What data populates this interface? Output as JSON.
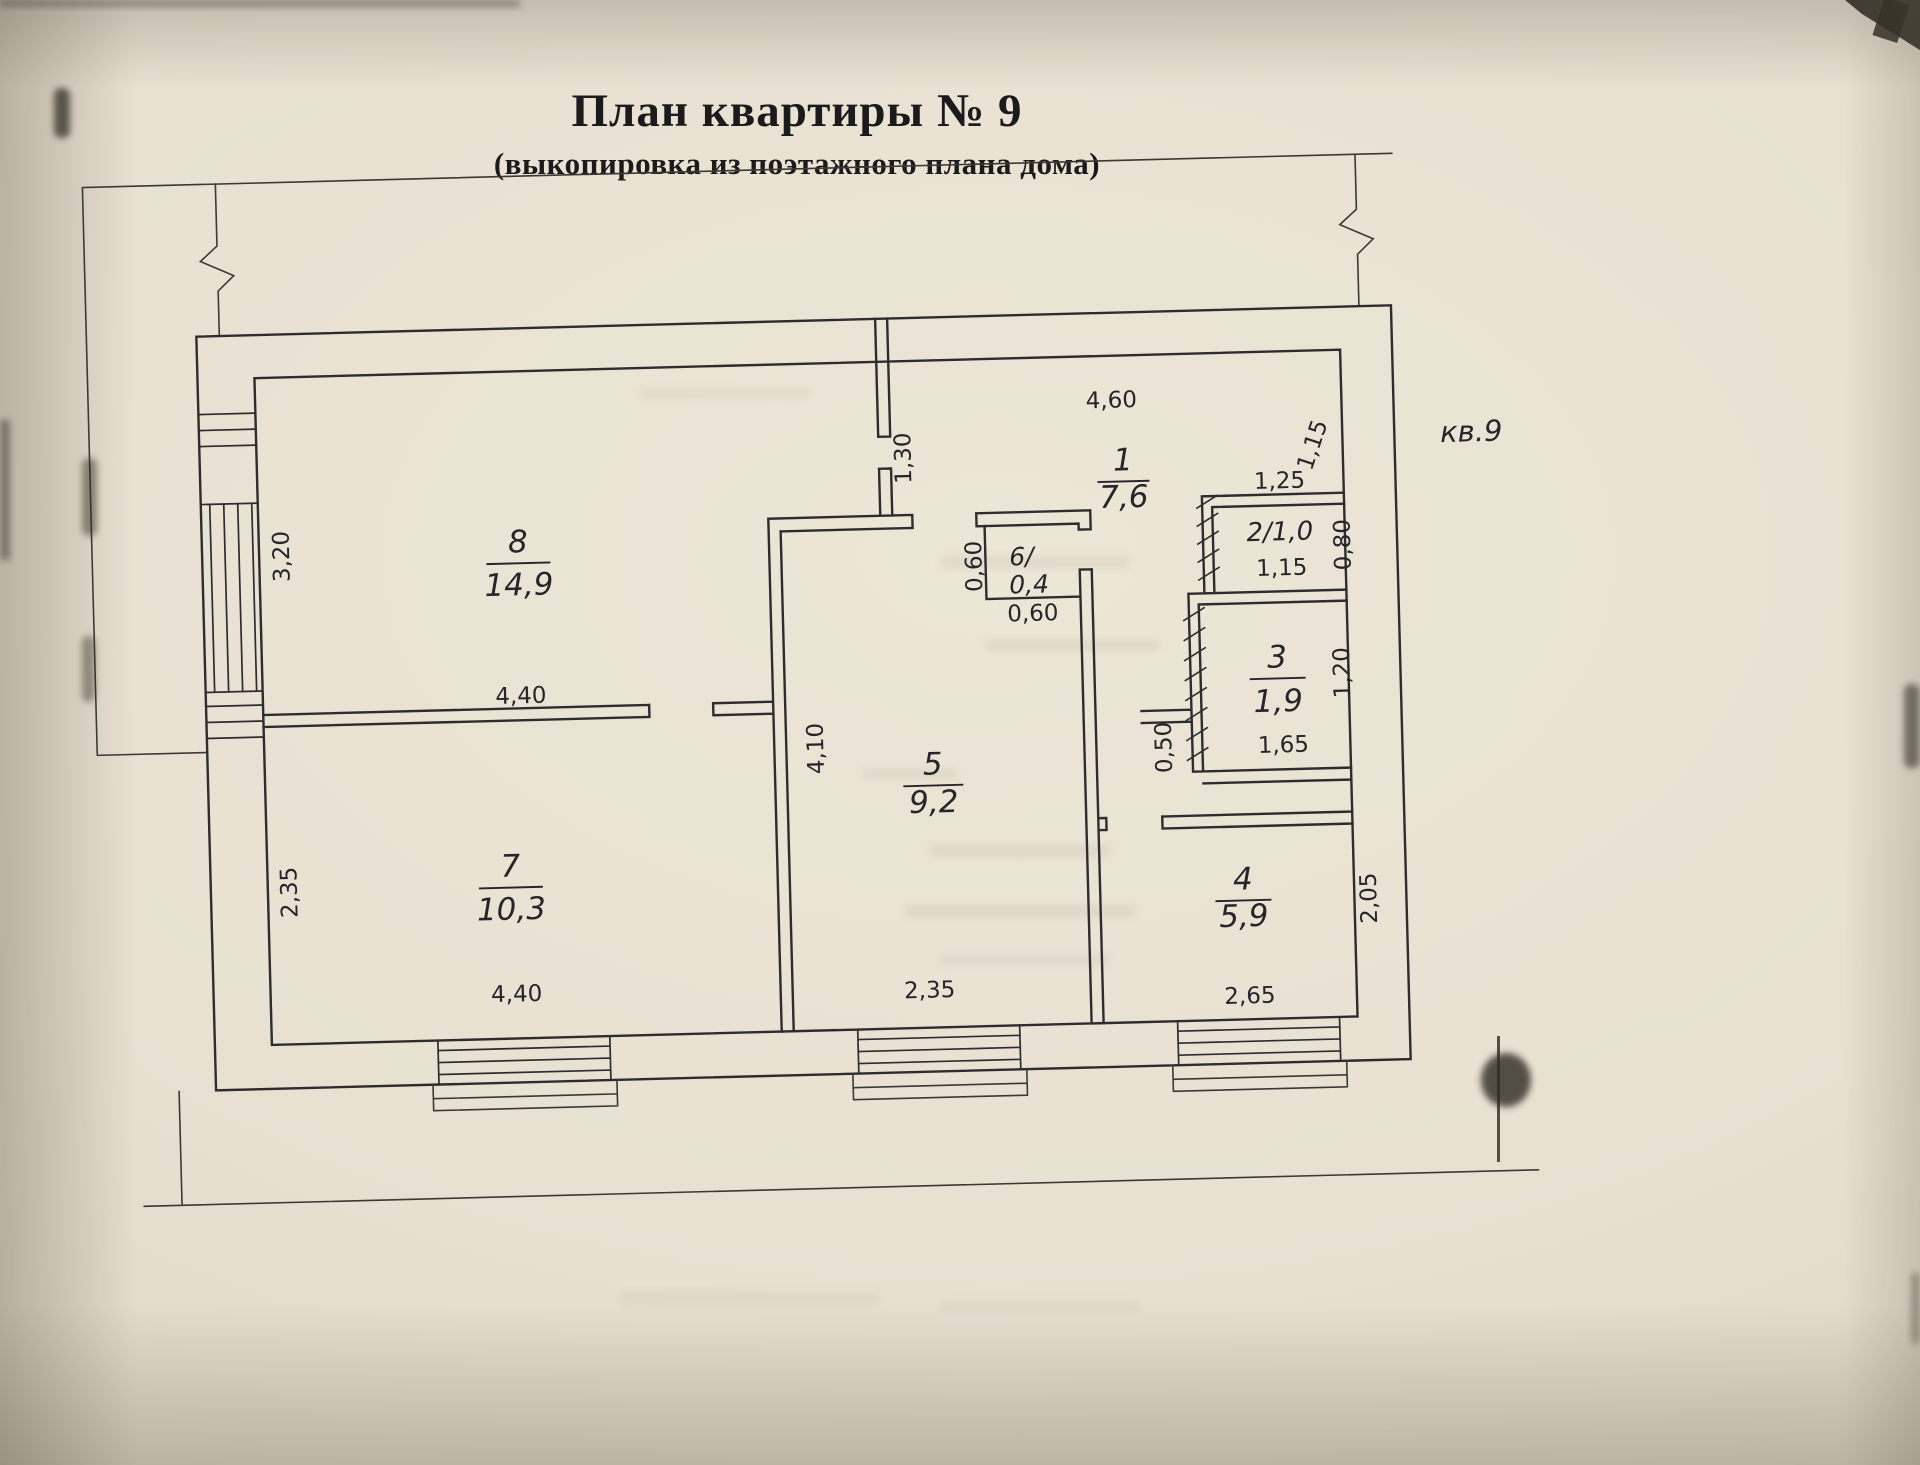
{
  "title": "План квартиры № 9",
  "subtitle": "(выкопировка из поэтажного плана дома)",
  "apartment_tag": "кв.9",
  "rooms": {
    "r1": {
      "num": "1",
      "area": "7,6"
    },
    "r2": {
      "label": "2/1,0"
    },
    "r3": {
      "num": "3",
      "area": "1,9"
    },
    "r4": {
      "num": "4",
      "area": "5,9"
    },
    "r5": {
      "num": "5",
      "area": "9,2"
    },
    "r6": {
      "num": "6/",
      "area": "0,4"
    },
    "r7": {
      "num": "7",
      "area": "10,3"
    },
    "r8": {
      "num": "8",
      "area": "14,9"
    }
  },
  "dims": {
    "room8_left": "3,20",
    "room8_bottom": "4,40",
    "room7_left": "2,35",
    "room7_bottom": "4,40",
    "room5_left": "4,10",
    "room5_bottom": "2,35",
    "entry_stub": "1,30",
    "hall_top": "4,60",
    "hall_right": "1,15",
    "room2_top": "1,25",
    "room2_width": "1,15",
    "room2_right": "0,80",
    "room6_left": "0,60",
    "room6_bottom": "0,60",
    "room3_right": "1,20",
    "room3_bottom": "1,65",
    "hall_gap": "0,50",
    "room4_bottom": "2,65",
    "room4_right": "2,05"
  },
  "colors": {
    "ink": "#2d2c2e",
    "paper": "#e9e2d4"
  }
}
